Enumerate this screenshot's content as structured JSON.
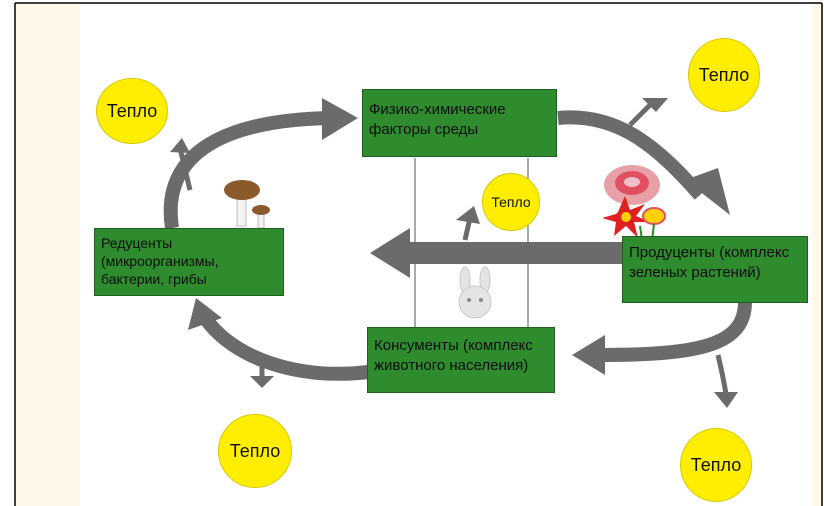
{
  "nodes": {
    "physical": "Физико-химические факторы среды",
    "reducers": "Редуценты (микроорганизмы, бактерии, грибы",
    "producers": "Продуценты (комплекс зеленых растений)",
    "consumers": "Консументы (комплекс животного населения)"
  },
  "heat_label": "Тепло",
  "colors": {
    "box_fill": "#2e8b2e",
    "heat_fill": "#ffee00",
    "arrow": "#6b6b6b",
    "background_panel": "#fdf8e8"
  }
}
